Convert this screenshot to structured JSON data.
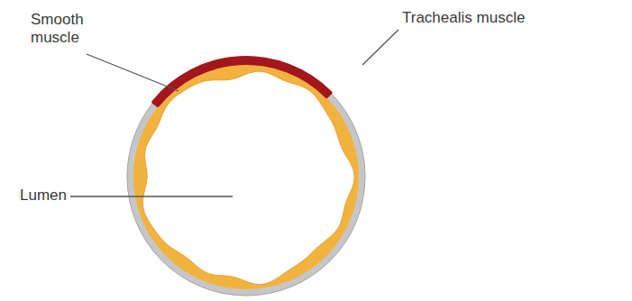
{
  "diagram": {
    "labels": [
      "Smooth muscle",
      "Trachealis muscle",
      "Lumen"
    ]
  }
}
